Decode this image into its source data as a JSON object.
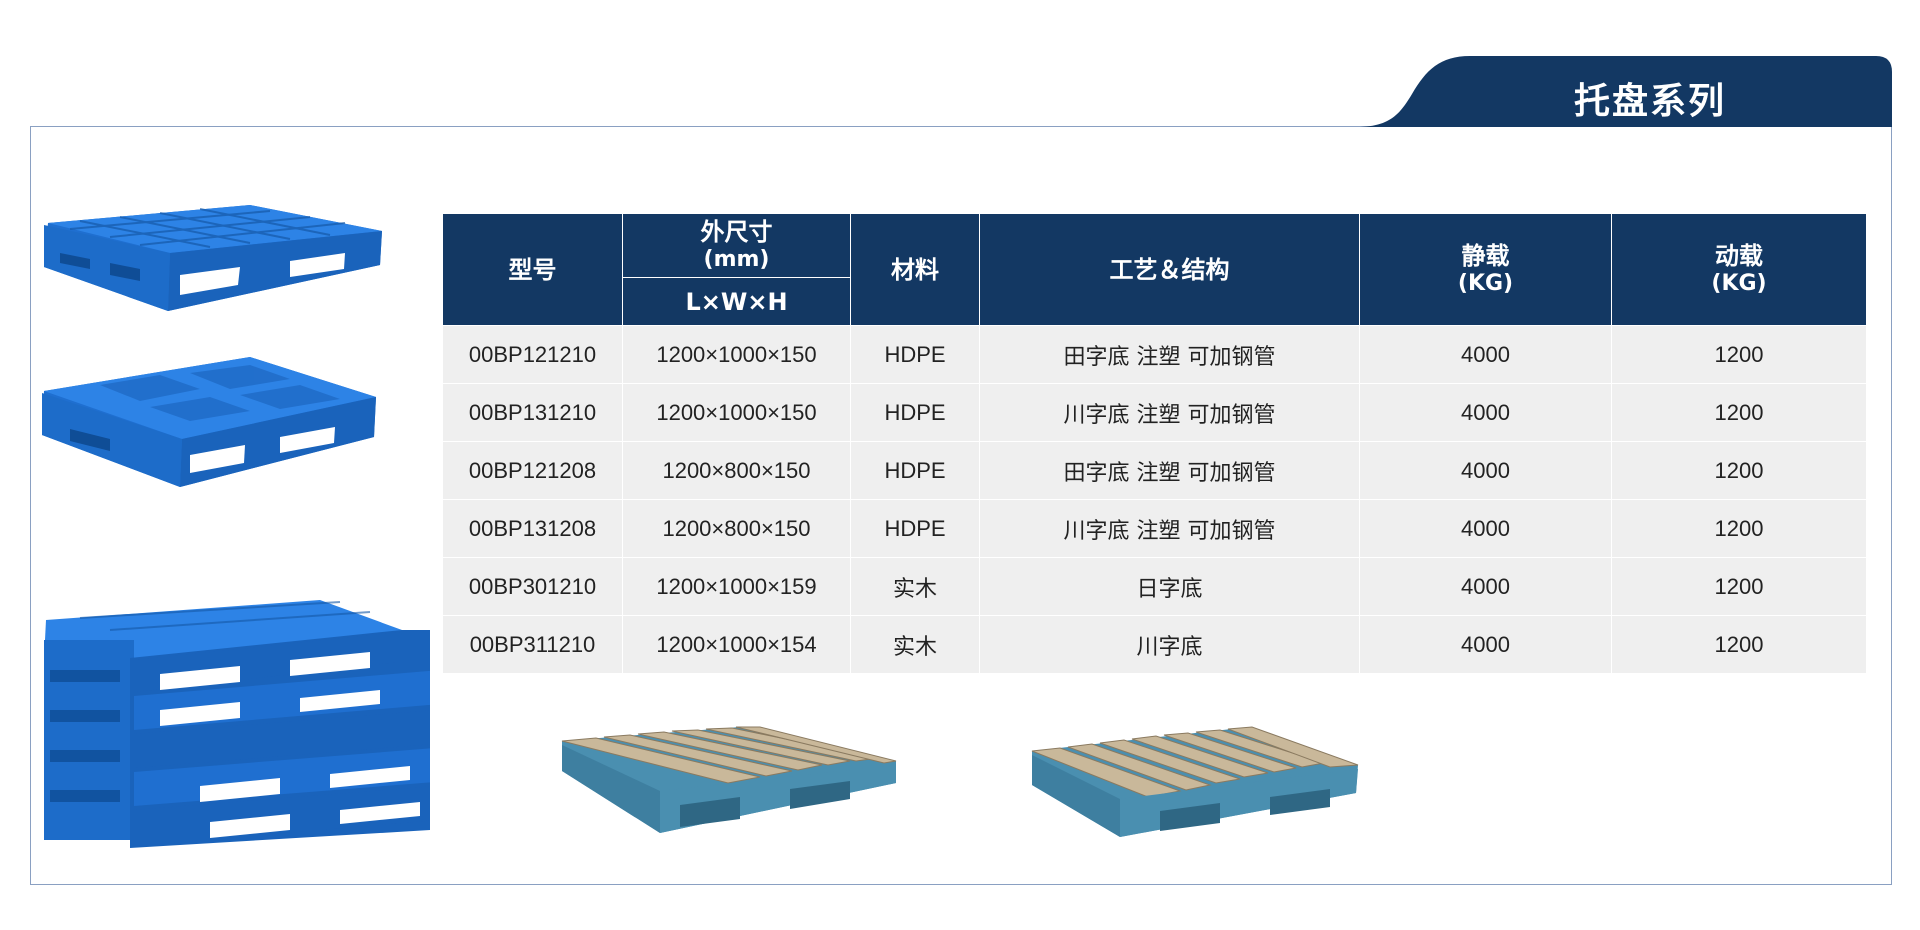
{
  "title": "托盘系列",
  "table": {
    "headers": {
      "model": "型号",
      "size": "外尺寸",
      "size_unit": "(mm)",
      "size_sub": "L×W×H",
      "material": "材料",
      "process": "工艺＆结构",
      "static_load": "静载",
      "static_unit": "(KG)",
      "dynamic_load": "动载",
      "dynamic_unit": "(KG)"
    },
    "rows": [
      {
        "model": "00BP121210",
        "size": "1200×1000×150",
        "material": "HDPE",
        "process": "田字底 注塑 可加钢管",
        "static": "4000",
        "dynamic": "1200"
      },
      {
        "model": "00BP131210",
        "size": "1200×1000×150",
        "material": "HDPE",
        "process": "川字底 注塑 可加钢管",
        "static": "4000",
        "dynamic": "1200"
      },
      {
        "model": "00BP121208",
        "size": "1200×800×150",
        "material": "HDPE",
        "process": "田字底 注塑 可加钢管",
        "static": "4000",
        "dynamic": "1200"
      },
      {
        "model": "00BP131208",
        "size": "1200×800×150",
        "material": "HDPE",
        "process": "川字底 注塑 可加钢管",
        "static": "4000",
        "dynamic": "1200"
      },
      {
        "model": "00BP301210",
        "size": "1200×1000×159",
        "material": "实木",
        "process": "日字底",
        "static": "4000",
        "dynamic": "1200"
      },
      {
        "model": "00BP311210",
        "size": "1200×1000×154",
        "material": "实木",
        "process": "川字底",
        "static": "4000",
        "dynamic": "1200"
      }
    ]
  },
  "colors": {
    "header_bg": "#133863",
    "row_bg": "#efefef",
    "plastic_blue": "#1f6fd0",
    "wood_top": "#c9b89a",
    "wood_base": "#4a8fb0"
  },
  "images": [
    {
      "name": "plastic-pallet-tian-image"
    },
    {
      "name": "plastic-pallet-chuan-image"
    },
    {
      "name": "stacked-pallets-image"
    },
    {
      "name": "wood-pallet-ri-image"
    },
    {
      "name": "wood-pallet-chuan-image"
    }
  ]
}
